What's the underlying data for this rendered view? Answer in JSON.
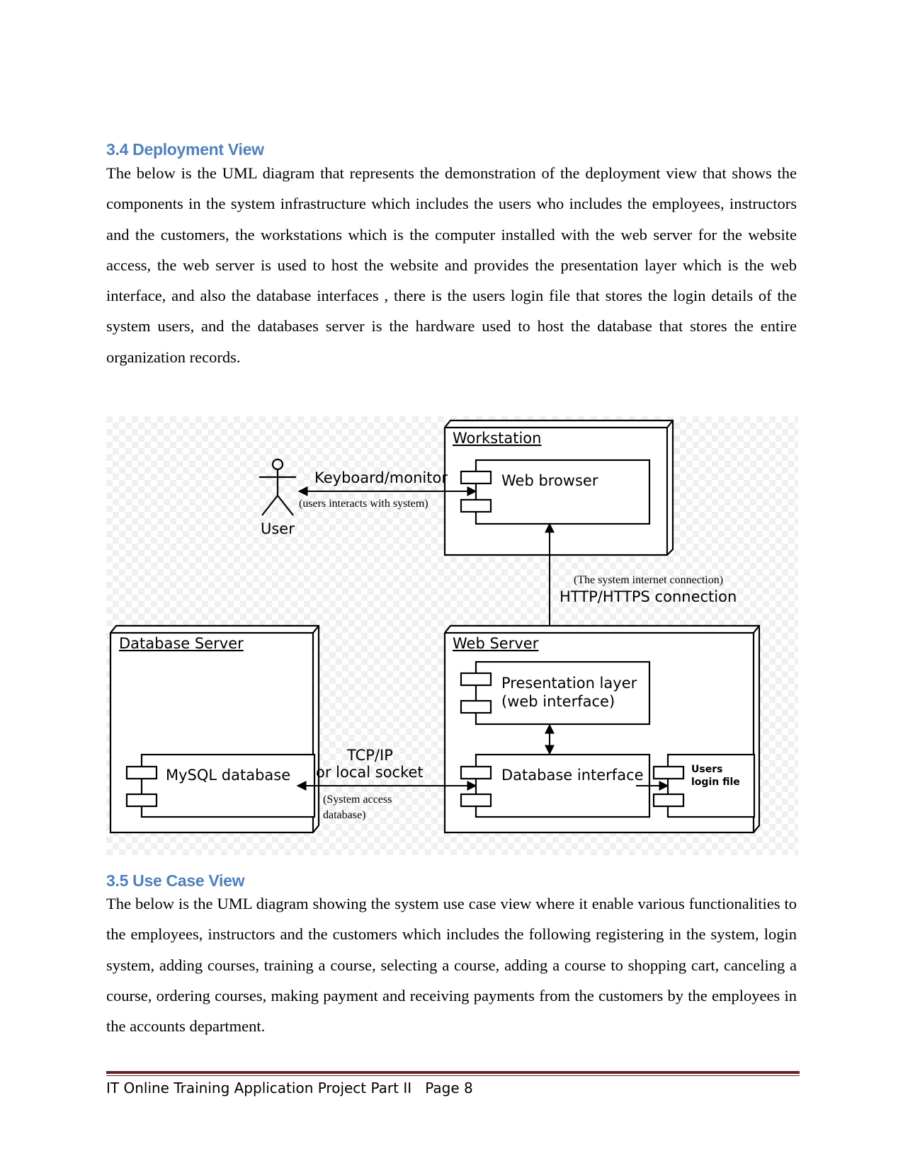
{
  "section_34": {
    "heading": "3.4 Deployment View",
    "paragraph": "The below is the UML diagram that represents the demonstration of the deployment view that shows the components in the system infrastructure which includes the users who includes the employees, instructors and the customers, the workstations which is the computer installed with the web server for the website access, the web server is used to host the website and provides the presentation layer which is the web interface, and also the database interfaces , there is the users login file that stores the login details of the  system users, and the databases server is the hardware used to host the database that stores the entire organization records."
  },
  "diagram": {
    "workstation": "Workstation",
    "web_browser": "Web browser",
    "user": "User",
    "keyboard_monitor": "Keyboard/monitor",
    "users_interacts": "(users interacts with system)",
    "internet_note": "(The system internet connection)",
    "http_connection": "HTTP/HTTPS connection",
    "database_server": "Database Server",
    "mysql_database": "MySQL database",
    "web_server": "Web Server",
    "presentation_layer_1": "Presentation layer",
    "presentation_layer_2": "(web interface)",
    "database_interface": "Database interface",
    "users_login_1": "Users",
    "users_login_2": "login file",
    "tcp_ip": "TCP/IP",
    "local_socket": "or local socket",
    "system_access_1": "(System access",
    "system_access_2": "database)"
  },
  "section_35": {
    "heading": "3.5 Use Case View",
    "paragraph": "The below is the UML diagram showing the system use case view where it enable various functionalities to the employees, instructors and the customers which includes the following registering in the system, login system, adding courses, training a course, selecting a course, adding a course to shopping cart, canceling a course, ordering courses, making payment and receiving payments from the customers by the employees in the accounts department."
  },
  "footer": {
    "title": "IT Online Training Application Project Part II",
    "page": "Page 8"
  },
  "colors": {
    "heading": "#4f81bd",
    "footer_rule": "#622423"
  }
}
